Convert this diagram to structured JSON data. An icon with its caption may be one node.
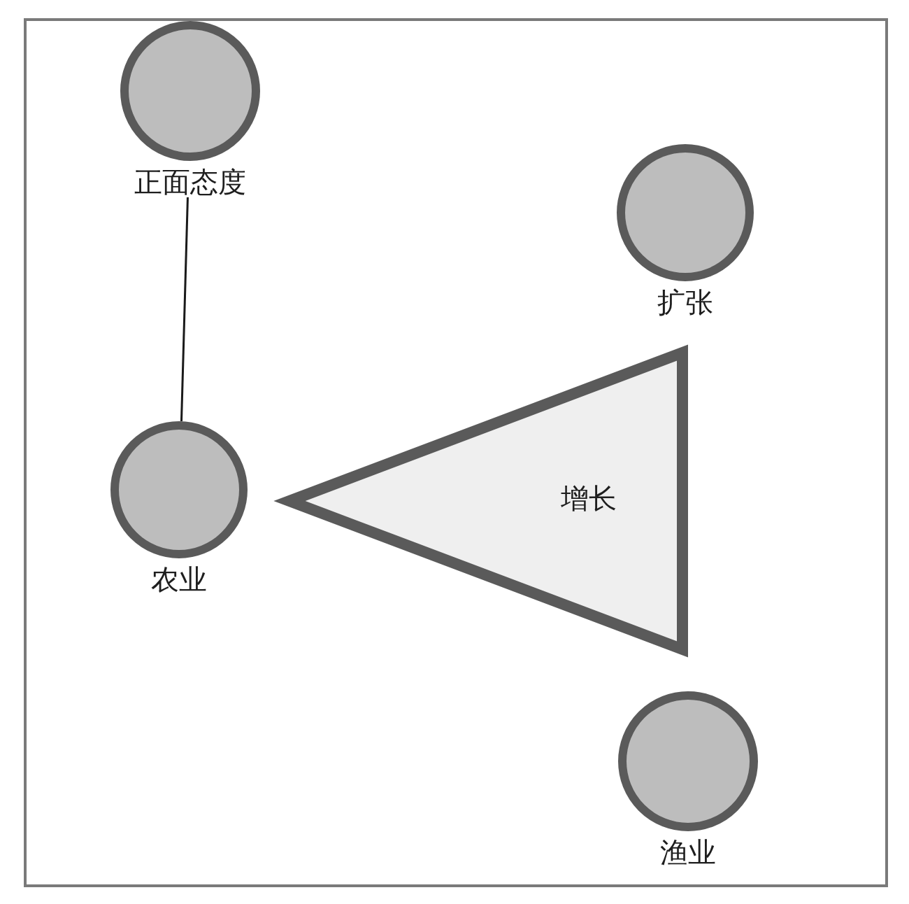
{
  "diagram": {
    "nodes": [
      {
        "text": [
          "正面态度"
        ]
      },
      {
        "text": [
          "扩张"
        ]
      },
      {
        "text": [
          "农业"
        ]
      },
      {
        "text": [
          "增长"
        ]
      },
      {
        "text": [
          "渔业"
        ]
      }
    ],
    "edges": [
      {
        "from": 0,
        "to": 2,
        "arrow": "none"
      }
    ]
  }
}
